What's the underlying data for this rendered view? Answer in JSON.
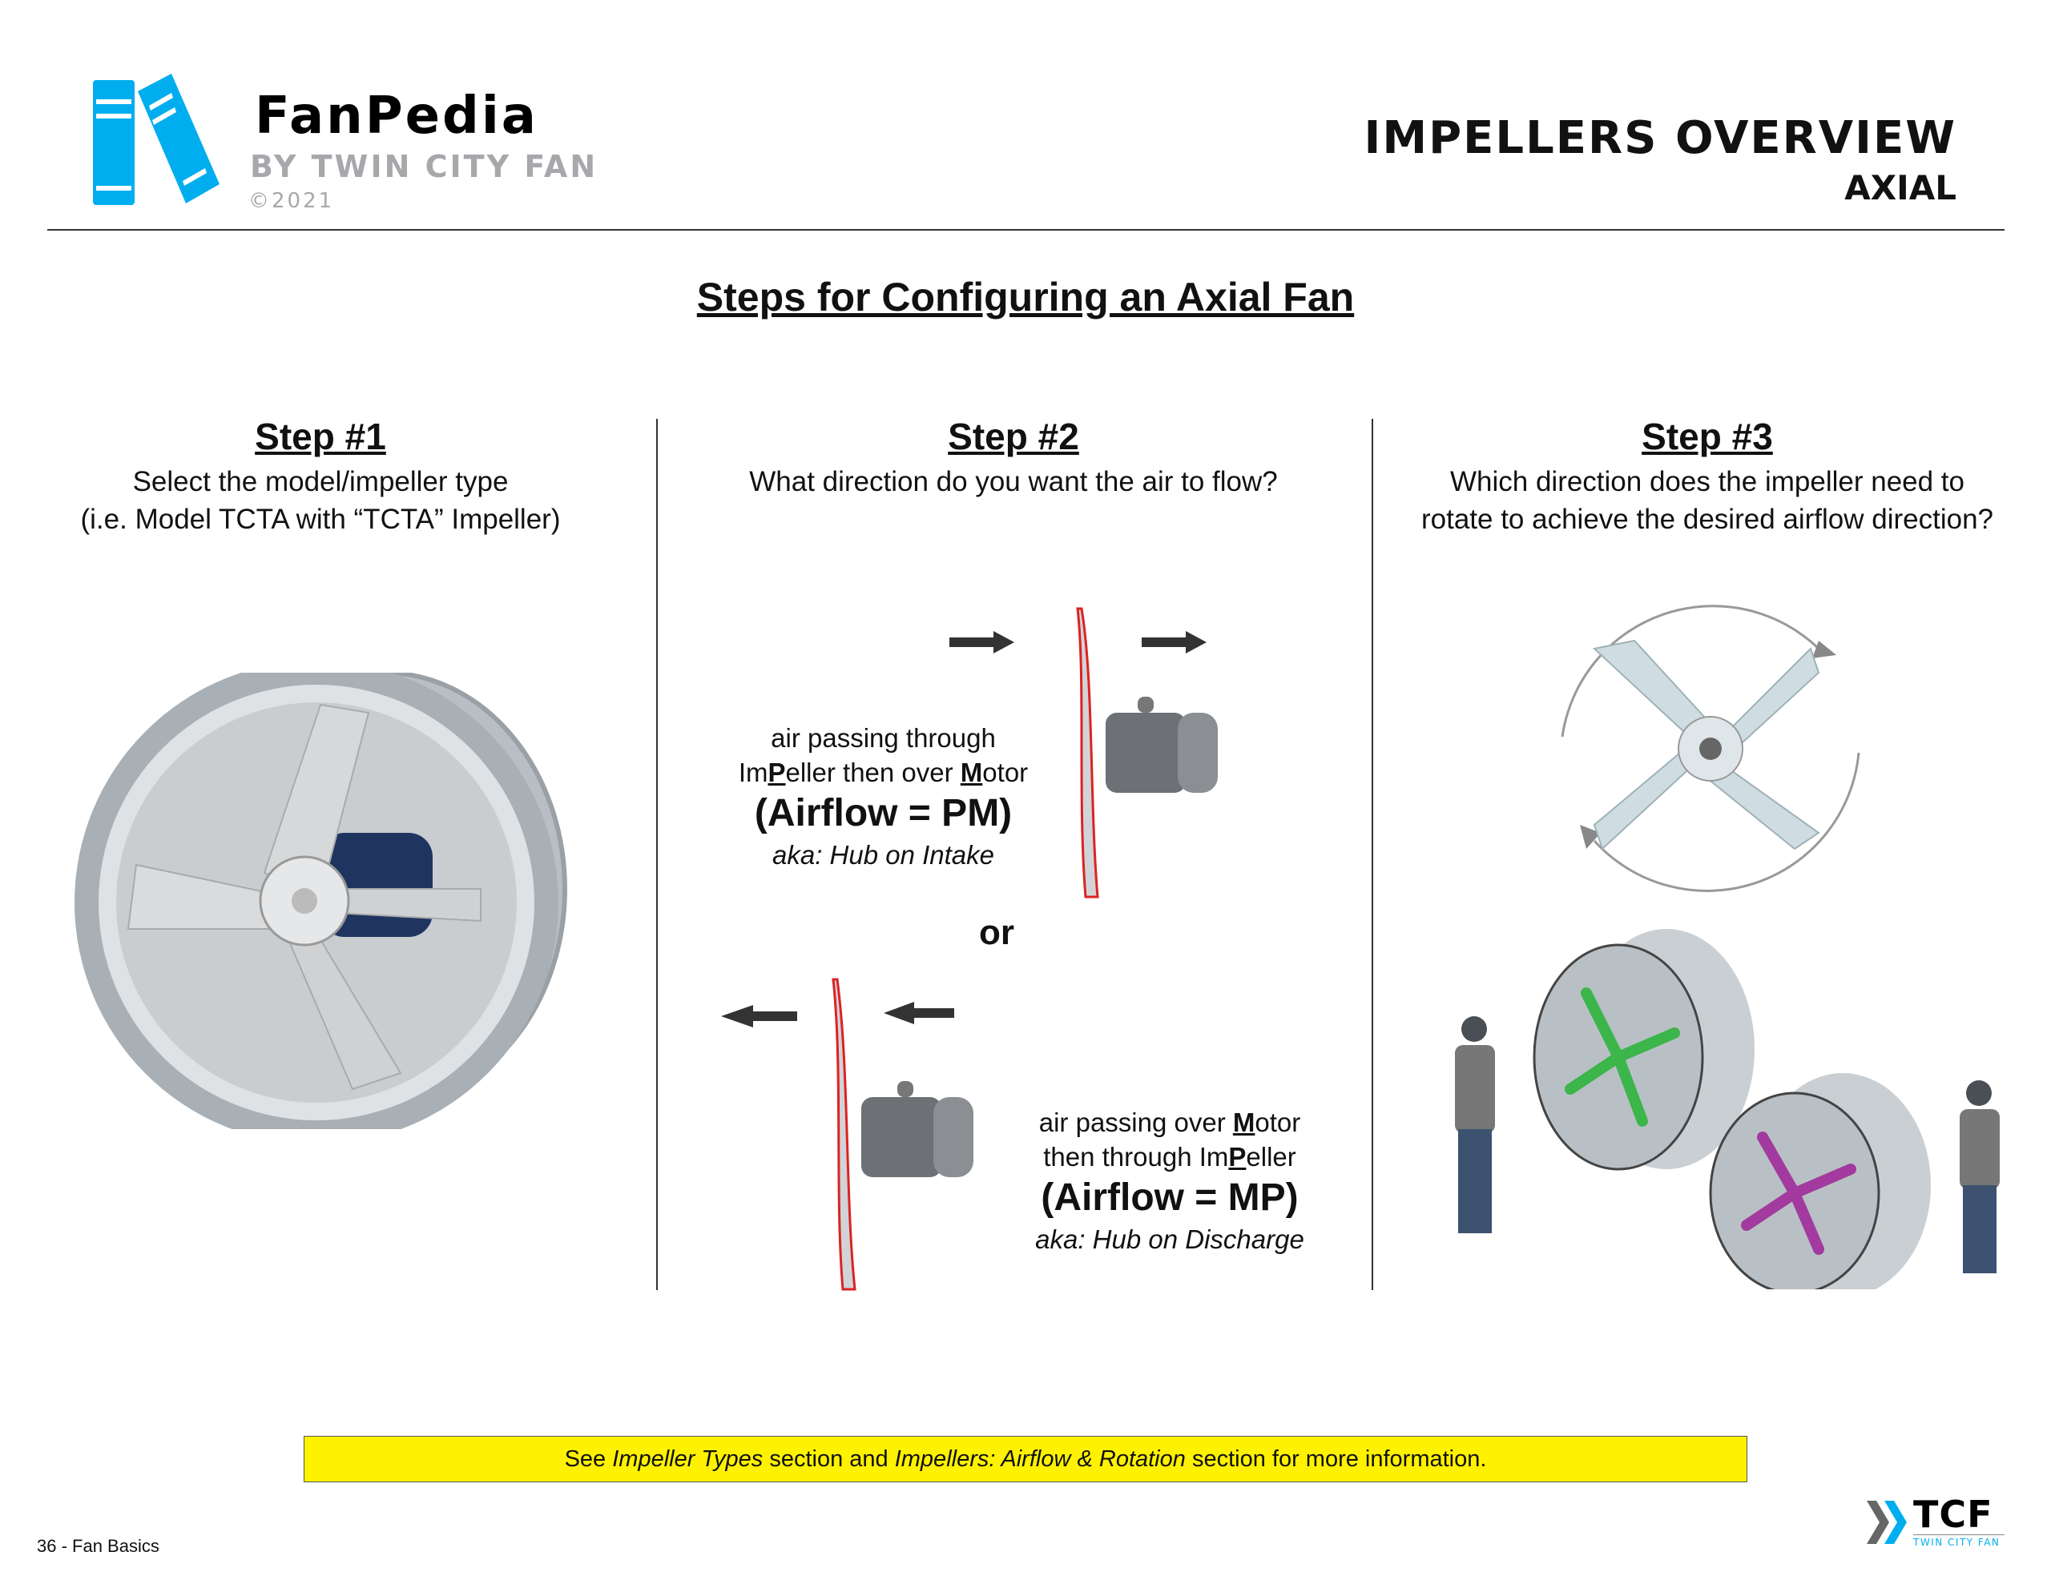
{
  "logo": {
    "title": "FanPedia",
    "subtitle": "BY TWIN CITY FAN",
    "copyright": "©2021",
    "brand_color": "#00aeef"
  },
  "header": {
    "title": "IMPELLERS OVERVIEW",
    "subtitle": "AXIAL"
  },
  "main_heading": "Steps for Configuring an Axial Fan",
  "steps": [
    {
      "title": "Step #1",
      "lines": [
        "Select the model/impeller type",
        "(i.e. Model TCTA with “TCTA” Impeller)"
      ]
    },
    {
      "title": "Step #2",
      "lines": [
        "What direction do you want the air to flow?"
      ]
    },
    {
      "title": "Step #3",
      "lines": [
        "Which direction does the impeller need to",
        "rotate to achieve the desired airflow direction?"
      ]
    }
  ],
  "pm": {
    "line1": "air passing through",
    "line2_a": "Im",
    "line2_b": "P",
    "line2_c": "eller then over ",
    "line2_d": "M",
    "line2_e": "otor",
    "formula": "(Airflow = PM)",
    "aka": "aka: Hub on Intake"
  },
  "or_label": "or",
  "mp": {
    "line1_a": "air passing over ",
    "line1_b": "M",
    "line1_c": "otor",
    "line2_a": "then through Im",
    "line2_b": "P",
    "line2_c": "eller",
    "formula": "(Airflow = MP)",
    "aka": "aka: Hub on Discharge"
  },
  "note": {
    "a": "See ",
    "b": "Impeller Types",
    "c": " section and ",
    "d": "Impellers: Airflow & Rotation",
    "e": " section for more information."
  },
  "footer": {
    "page": "36 - Fan Basics"
  },
  "tcf_logo": {
    "mark": "TCF",
    "name": "TWIN CITY FAN"
  }
}
